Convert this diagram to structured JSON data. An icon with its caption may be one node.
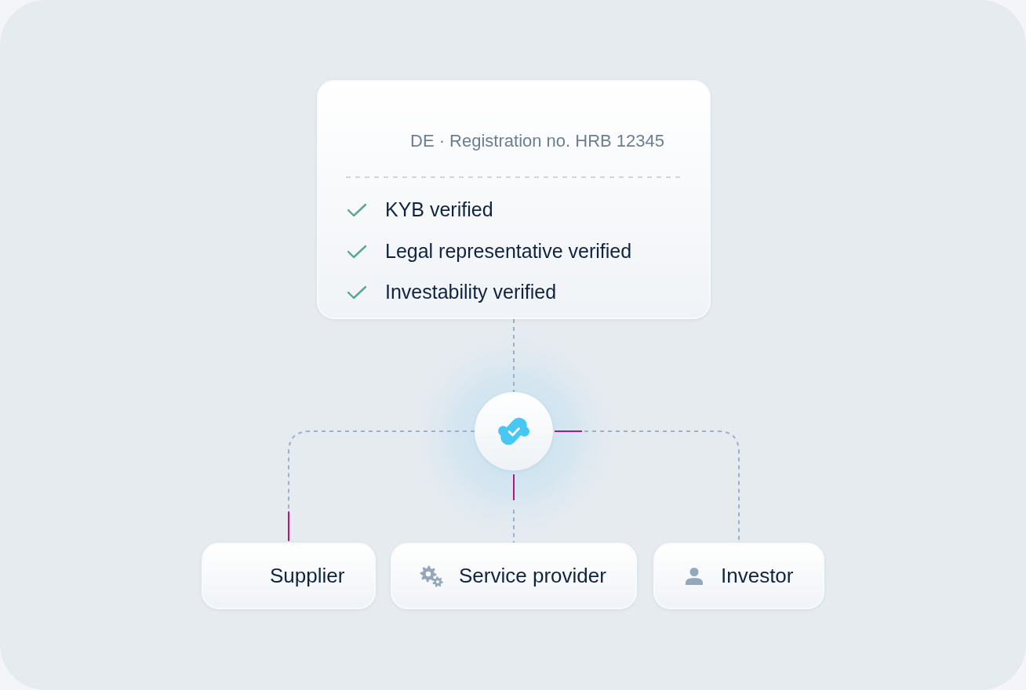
{
  "diagram": {
    "nodes": [
      {
        "text": [
          "DE · Registration no. HRB 12345",
          "KYB verified",
          "Legal representative verified",
          "Investability verified"
        ]
      },
      {
        "text": [],
        "shape": "circle"
      },
      {
        "text": [
          "Supplier"
        ]
      },
      {
        "text": [
          "Service provider"
        ]
      },
      {
        "text": [
          "Investor"
        ]
      }
    ],
    "edges": [
      {
        "from": 0,
        "to": 1,
        "arrow": "none",
        "style": "dashed"
      },
      {
        "from": 1,
        "to": 2,
        "arrow": "none",
        "style": "dashed"
      },
      {
        "from": 1,
        "to": 3,
        "arrow": "none",
        "style": "dashed"
      },
      {
        "from": 1,
        "to": 4,
        "arrow": "none",
        "style": "dashed"
      }
    ]
  }
}
